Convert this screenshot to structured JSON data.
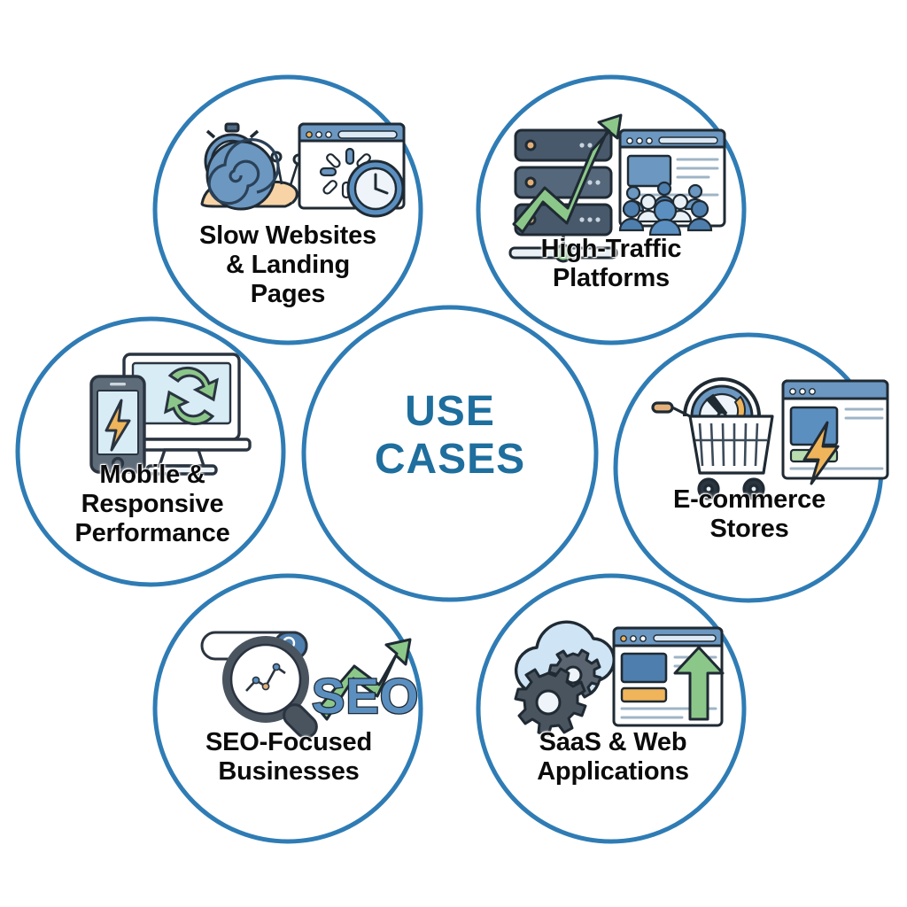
{
  "diagram": {
    "type": "hexagonal-circle-cluster",
    "center": {
      "label": "USE\nCASES",
      "text_color": "#1e6e9e"
    },
    "style": {
      "circle_stroke_color": "#2f7cb5",
      "circle_stroke_width": 5,
      "circle_fill": "transparent",
      "label_color": "#0b0b0b",
      "icon_accent_blue": "#5b8fc0",
      "icon_dark_slate": "#3c4a5a",
      "icon_green": "#8cc78a",
      "icon_orange": "#f0b45a",
      "icon_peach": "#f5cfa0",
      "icon_gray": "#5a6470",
      "icon_light_blue": "#cfe4f4"
    },
    "nodes": [
      {
        "id": "slow-websites",
        "label": "Slow Websites\n& Landing\nPages",
        "position": "top-left",
        "icons": [
          "snail-icon",
          "stopwatch-icon",
          "browser-loading-icon",
          "clock-icon"
        ]
      },
      {
        "id": "high-traffic",
        "label": "High-Traffic\nPlatforms",
        "position": "top-right",
        "icons": [
          "server-stack-icon",
          "growth-arrow-icon",
          "browser-crowd-icon",
          "people-group-icon"
        ]
      },
      {
        "id": "mobile-responsive",
        "label": "Mobile &\nResponsive\nPerformance",
        "position": "left",
        "icons": [
          "smartphone-icon",
          "lightning-bolt-icon",
          "desktop-monitor-icon",
          "sync-arrows-icon"
        ]
      },
      {
        "id": "ecommerce",
        "label": "E-commerce\nStores",
        "position": "right",
        "icons": [
          "shopping-cart-icon",
          "speedometer-icon",
          "browser-store-icon",
          "lightning-bolt-icon"
        ]
      },
      {
        "id": "seo-focused",
        "label": "SEO-Focused\nBusinesses",
        "position": "bottom-left",
        "icons": [
          "search-bar-icon",
          "magnifier-chart-icon",
          "growth-arrow-icon",
          "seo-text-icon"
        ]
      },
      {
        "id": "saas-web",
        "label": "SaaS & Web\nApplications",
        "position": "bottom-right",
        "icons": [
          "cloud-icon",
          "gear-icon",
          "browser-upload-icon",
          "up-arrow-icon"
        ]
      }
    ]
  }
}
